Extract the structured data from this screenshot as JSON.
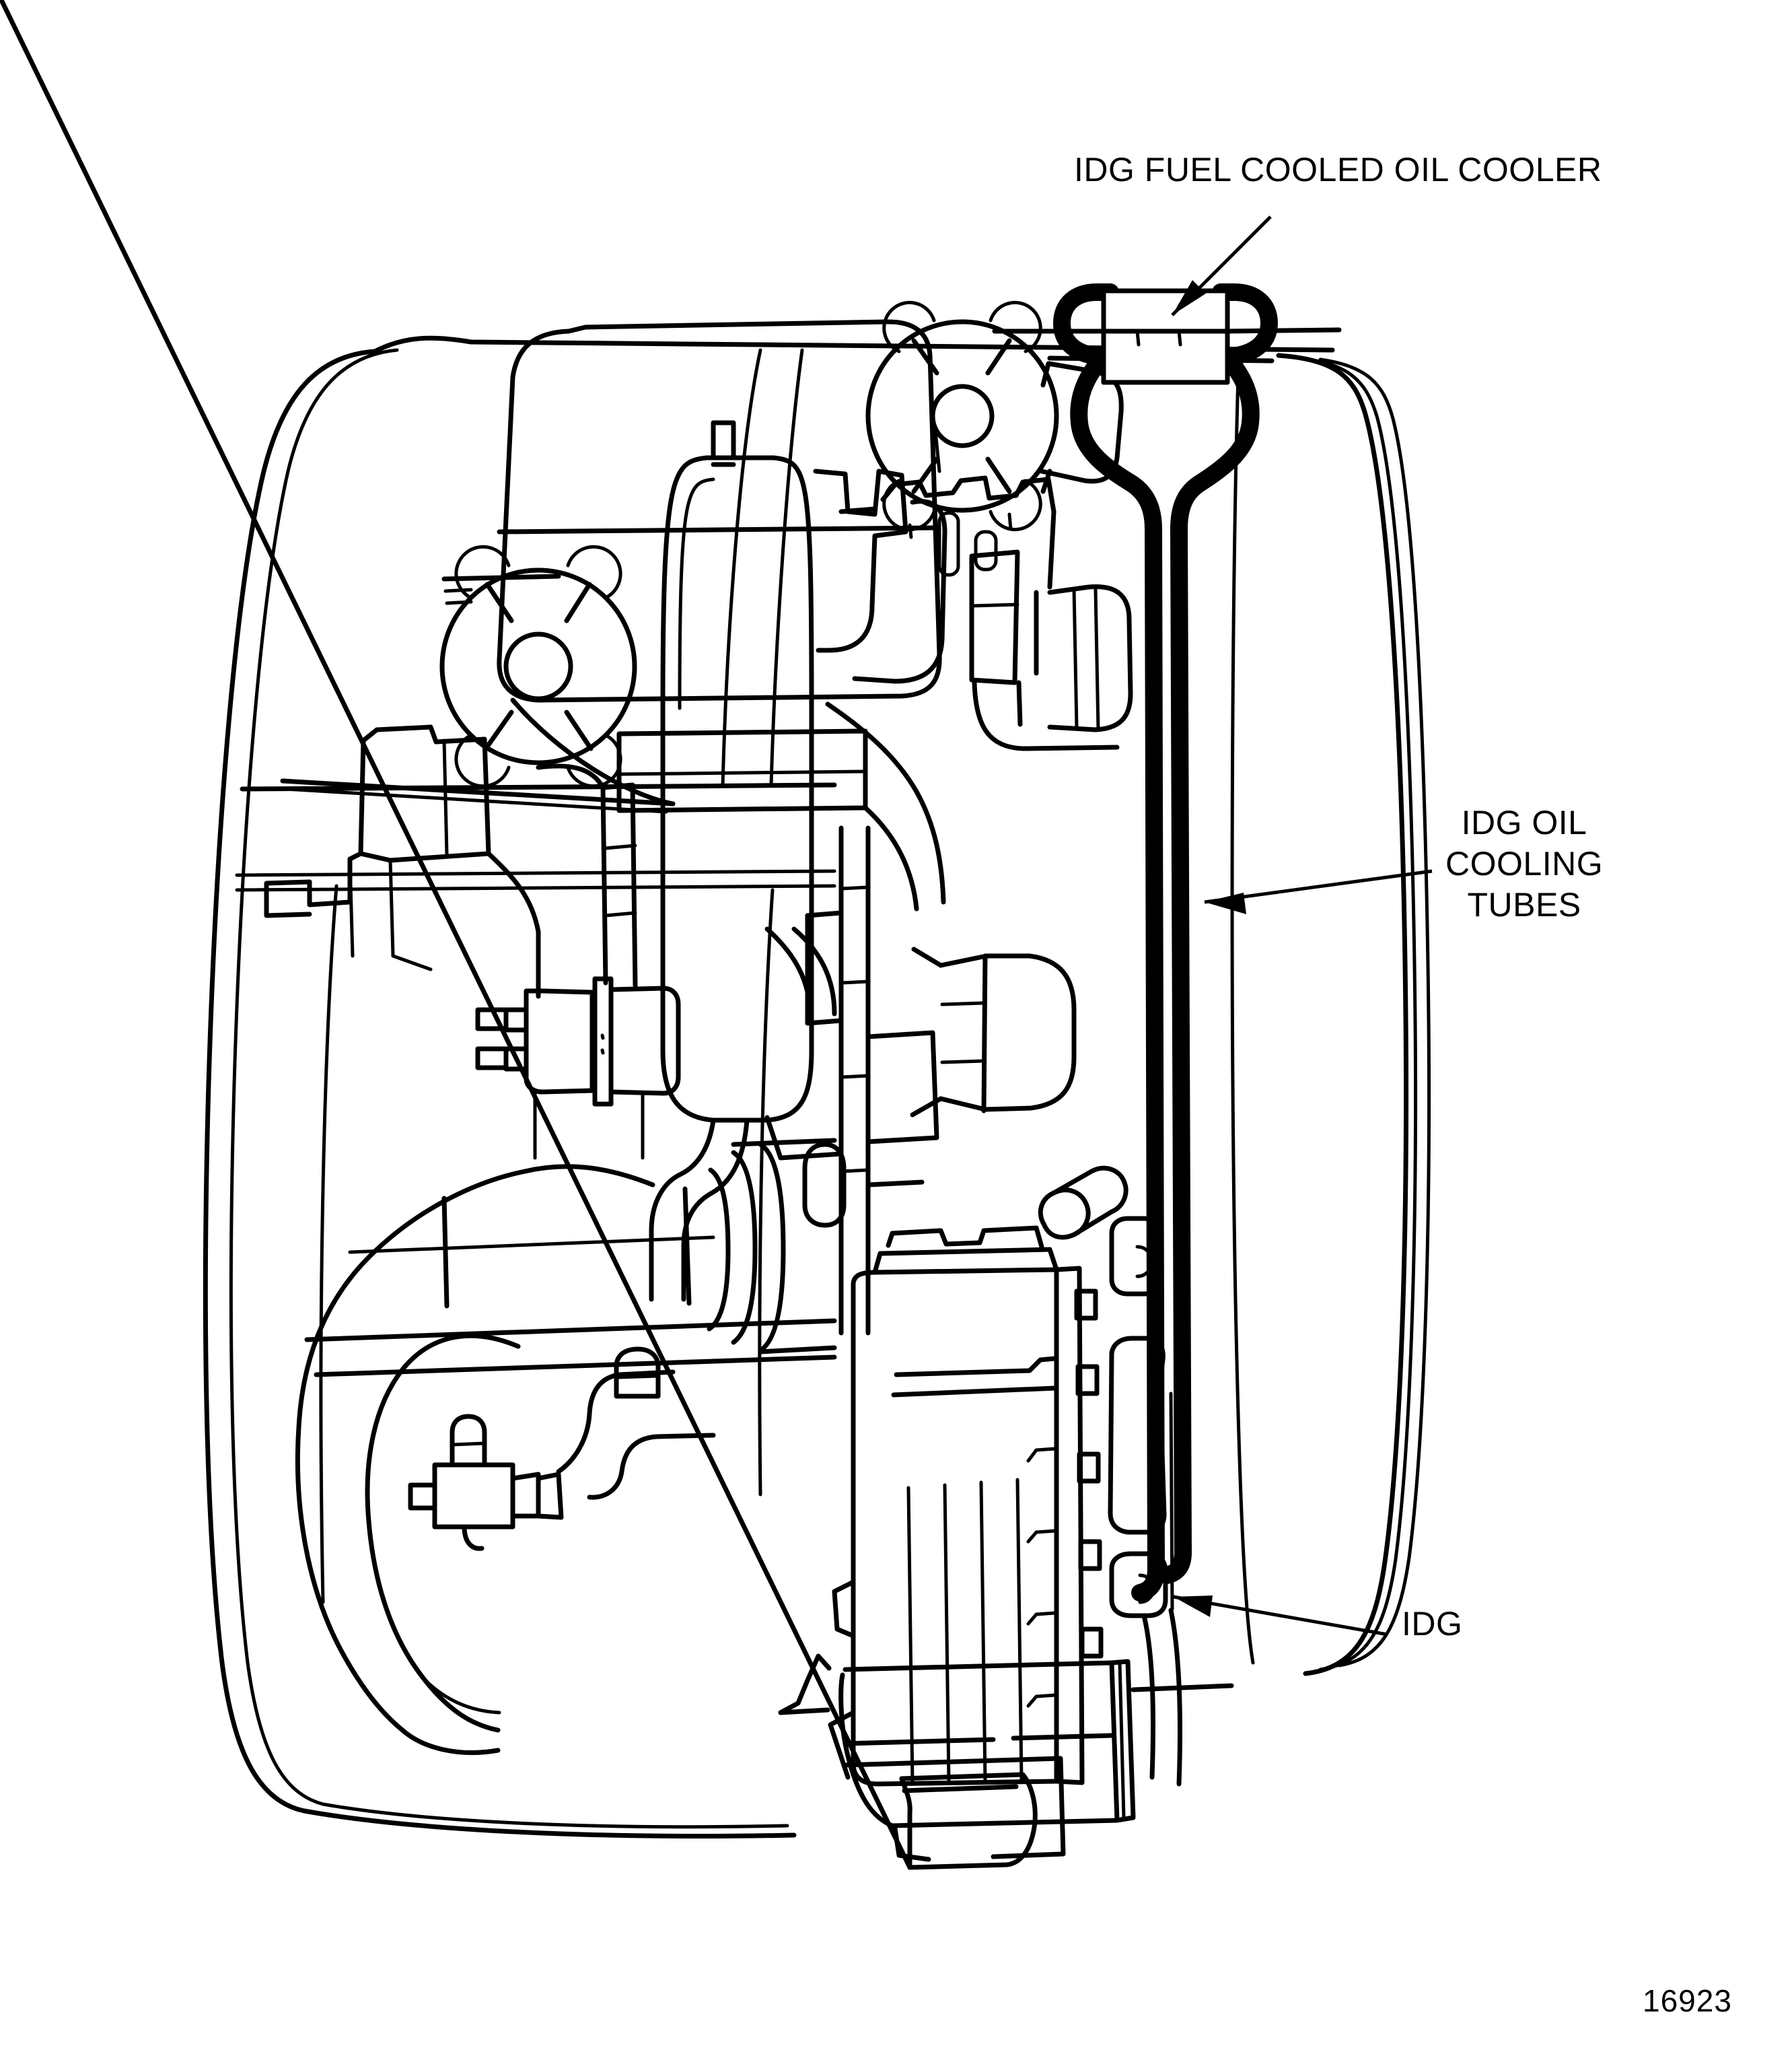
{
  "figure": {
    "domain": "technical-line-diagram",
    "subject": "Aircraft engine accessory section — IDG oil cooling installation",
    "figure_number": "16923",
    "background_color": "#ffffff",
    "line_color": "#000000"
  },
  "callouts": {
    "cooler": {
      "name": "idg-fuel-cooled-oil-cooler",
      "text": "IDG FUEL COOLED OIL COOLER",
      "lines": [
        "IDG FUEL COOLED OIL COOLER"
      ]
    },
    "tubes": {
      "name": "idg-oil-cooling-tubes",
      "text": "IDG OIL COOLING TUBES",
      "lines": [
        "IDG OIL",
        "COOLING",
        "TUBES"
      ],
      "lines_joined": "IDG OIL\nCOOLING\nTUBES"
    },
    "idg": {
      "name": "idg",
      "text": "IDG",
      "lines": [
        "IDG"
      ]
    }
  },
  "parts": [
    {
      "name": "engine-fan-cowl",
      "label": ""
    },
    {
      "name": "accessory-gearbox",
      "label": ""
    },
    {
      "name": "idg-fuel-cooled-oil-cooler",
      "label": "IDG FUEL COOLED OIL COOLER"
    },
    {
      "name": "idg-oil-cooling-tubes",
      "label": "IDG OIL COOLING TUBES"
    },
    {
      "name": "integrated-drive-generator",
      "label": "IDG"
    },
    {
      "name": "air-duct-hose",
      "label": ""
    },
    {
      "name": "fuel-pump",
      "label": ""
    },
    {
      "name": "hydraulic-pump",
      "label": ""
    },
    {
      "name": "starter",
      "label": ""
    }
  ]
}
